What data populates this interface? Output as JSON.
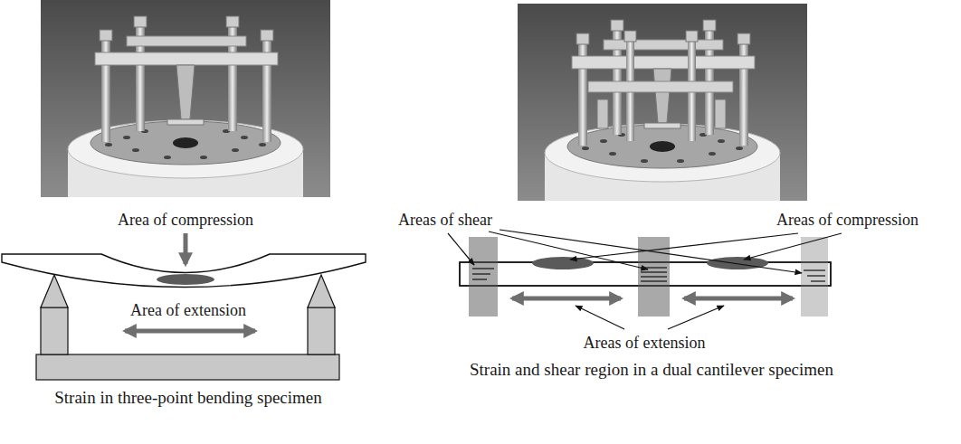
{
  "diagram": {
    "labels": [
      "Area of compression",
      "Area of extension",
      "Strain in three-point bending specimen",
      "Areas of shear",
      "Areas of compression",
      "Areas of extension",
      "Strain and shear region in a dual cantilever specimen"
    ]
  }
}
